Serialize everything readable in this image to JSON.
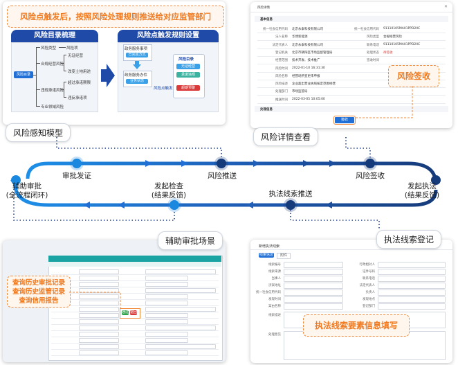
{
  "panel_model": {
    "banner": "风险点触发后，按照风险处理规则推送给对应监管部门",
    "label": "风险感知模型",
    "left_title": "风险目录梳理",
    "right_title": "风险点触发规则设置",
    "root_node": "风险目录",
    "branches": [
      "风险类型",
      "合规经营风险",
      "违规承诺风险",
      "专业领域风险"
    ],
    "leaves_1": [
      "风险项",
      "无证经营",
      "改变土地用途"
    ],
    "leaves_2": [
      "超过承诺期限",
      "违反承诺项"
    ],
    "rule_box_top": "政务服务事项",
    "rule_box_top_btn": "已完成方式",
    "rule_box_mid": "政务服务办件",
    "rule_box_mid_btn": "业务状态",
    "rule_side_title": "风险目录",
    "rule_side_items": [
      "无证经营",
      "承诺违规",
      "超期预警"
    ],
    "rule_arrow_text": "风险点触发"
  },
  "panel_detail": {
    "label": "风险详情查看",
    "window_title": "风险详情",
    "section_basic": "基本信息",
    "section_other": "处理信息",
    "fields_left": [
      {
        "k": "统一社会信用代码",
        "v": "北京永泰科技有限公司"
      },
      {
        "k": "法人名称",
        "v": "华博新能源"
      },
      {
        "k": "法定代表人",
        "v": "北京永泰科技有限公司"
      },
      {
        "k": "登记机关",
        "v": "北京市朝阳区市场监督管理局"
      },
      {
        "k": "经营范围",
        "v": "技术开发、技术推广"
      },
      {
        "k": "风险时间",
        "v": "2022-01-10 16:31:30"
      },
      {
        "k": "风险名称",
        "v": "经营场所变更未申报"
      },
      {
        "k": "风险描述",
        "v": "企业超出营业执照核定范围经营"
      },
      {
        "k": "处理部门",
        "v": "市场监管局"
      },
      {
        "k": "推送时间",
        "v": "2022-03-05 10:05:00"
      }
    ],
    "fields_right": [
      {
        "k": "统一社会信用代码",
        "v": "91110105MA01PPD2XC"
      },
      {
        "k": "风险类型",
        "v": "合规经营风险"
      },
      {
        "k": "联系电话",
        "v": "91110105MA01PPD2XC"
      },
      {
        "k": "处理状态",
        "v": "待签收"
      },
      {
        "k": "签收时间",
        "v": ""
      }
    ],
    "callout": "风险签收",
    "sign_button": "签收"
  },
  "flow": {
    "nodes": [
      {
        "id": "approval-return",
        "label": "辅助审批\n(全流程闭环)",
        "color": "#1b88e0"
      },
      {
        "id": "license-issue",
        "label": "审批发证",
        "color": "#1b88e0"
      },
      {
        "id": "inspection",
        "label": "发起检查\n(结果反馈)",
        "color": "#1b88e0"
      },
      {
        "id": "risk-push",
        "label": "风险推送",
        "color": "#163b7a"
      },
      {
        "id": "clue-push",
        "label": "执法线索推送",
        "color": "#163b7a"
      },
      {
        "id": "risk-sign",
        "label": "风险签收",
        "color": "#163b7a"
      },
      {
        "id": "law-enforce",
        "label": "发起执法\n(结果反馈)",
        "color": "#1b88e0"
      }
    ]
  },
  "panel_approval": {
    "label": "辅助审批场景",
    "callout_lines": [
      "查询历史审批记录",
      "查询历史监管记录",
      "查询信用报告"
    ],
    "btn_green": "通过",
    "btn_red": "退回"
  },
  "panel_clue": {
    "label": "执法线索登记",
    "window_title": "新增执法线索",
    "tabs": [
      "线索信息",
      "附件"
    ],
    "form_labels_left": [
      "线索编号",
      "线索来源",
      "当事人",
      "涉案地址",
      "统一社会信用代码",
      "发现时间",
      "案由名称",
      "线索描述",
      "处理意见"
    ],
    "form_labels_right": [
      "行政相对人",
      "证件号码",
      "联系电话",
      "法定代表人",
      "负责人",
      "发现地点",
      "登记部门"
    ],
    "callout": "执法线索要素信息填写"
  }
}
